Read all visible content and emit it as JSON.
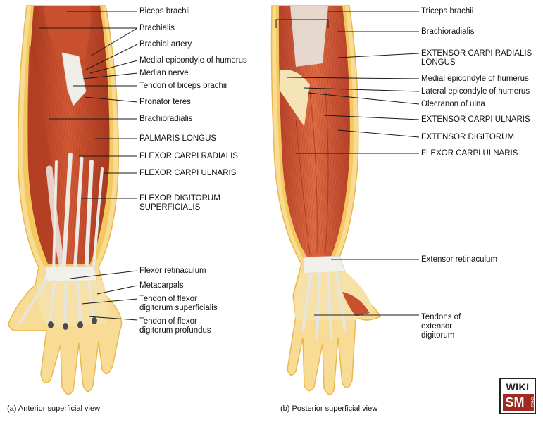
{
  "anterior": {
    "caption": "(a) Anterior superficial view",
    "labels": [
      {
        "id": "biceps-brachii",
        "text": "Biceps brachii"
      },
      {
        "id": "brachialis",
        "text": "Brachialis"
      },
      {
        "id": "brachial-artery",
        "text": "Brachial artery"
      },
      {
        "id": "medial-epicondyle-humerus-a",
        "text": "Medial epicondyle of humerus"
      },
      {
        "id": "median-nerve",
        "text": "Median nerve"
      },
      {
        "id": "tendon-biceps-brachii",
        "text": "Tendon of biceps brachii"
      },
      {
        "id": "pronator-teres",
        "text": "Pronator teres"
      },
      {
        "id": "brachioradialis-a",
        "text": "Brachioradialis"
      },
      {
        "id": "palmaris-longus",
        "text": "PALMARIS LONGUS"
      },
      {
        "id": "flexor-carpi-radialis",
        "text": "FLEXOR CARPI RADIALIS"
      },
      {
        "id": "flexor-carpi-ulnaris-a",
        "text": "FLEXOR CARPI ULNARIS"
      },
      {
        "id": "flexor-digitorum-superficialis",
        "text": "FLEXOR DIGITORUM\nSUPERFICIALIS"
      },
      {
        "id": "flexor-retinaculum",
        "text": "Flexor retinaculum"
      },
      {
        "id": "metacarpals",
        "text": "Metacarpals"
      },
      {
        "id": "tendon-fds",
        "text": "Tendon of flexor\ndigitorum superficialis"
      },
      {
        "id": "tendon-fdp",
        "text": "Tendon of flexor\ndigitorum profundus"
      }
    ]
  },
  "posterior": {
    "caption": "(b) Posterior superficial view",
    "labels": [
      {
        "id": "triceps-brachii",
        "text": "Triceps brachii"
      },
      {
        "id": "brachioradialis-b",
        "text": "Brachioradialis"
      },
      {
        "id": "ecrl",
        "text": "EXTENSOR CARPI RADIALIS\nLONGUS"
      },
      {
        "id": "medial-epicondyle-humerus-b",
        "text": "Medial epicondyle of humerus"
      },
      {
        "id": "lateral-epicondyle-humerus",
        "text": "Lateral epicondyle of humerus"
      },
      {
        "id": "olecranon-ulna",
        "text": "Olecranon of ulna"
      },
      {
        "id": "ecu",
        "text": "EXTENSOR CARPI ULNARIS"
      },
      {
        "id": "extensor-digitorum",
        "text": "EXTENSOR DIGITORUM"
      },
      {
        "id": "flexor-carpi-ulnaris-b",
        "text": "FLEXOR CARPI ULNARIS"
      },
      {
        "id": "extensor-retinaculum",
        "text": "Extensor retinaculum"
      },
      {
        "id": "tendons-extensor-digitorum",
        "text": "Tendons of\nextensor\ndigitorum"
      }
    ]
  },
  "logo": {
    "line1": "WIKI",
    "line2": "SM",
    "suffix": "ORG"
  },
  "colors": {
    "muscle": "#c0492b",
    "muscle_light": "#d9633f",
    "tendon": "#ecebe6",
    "fat": "#f6d47a",
    "skin": "#f9e1a0",
    "leader": "#1a1a1a"
  }
}
